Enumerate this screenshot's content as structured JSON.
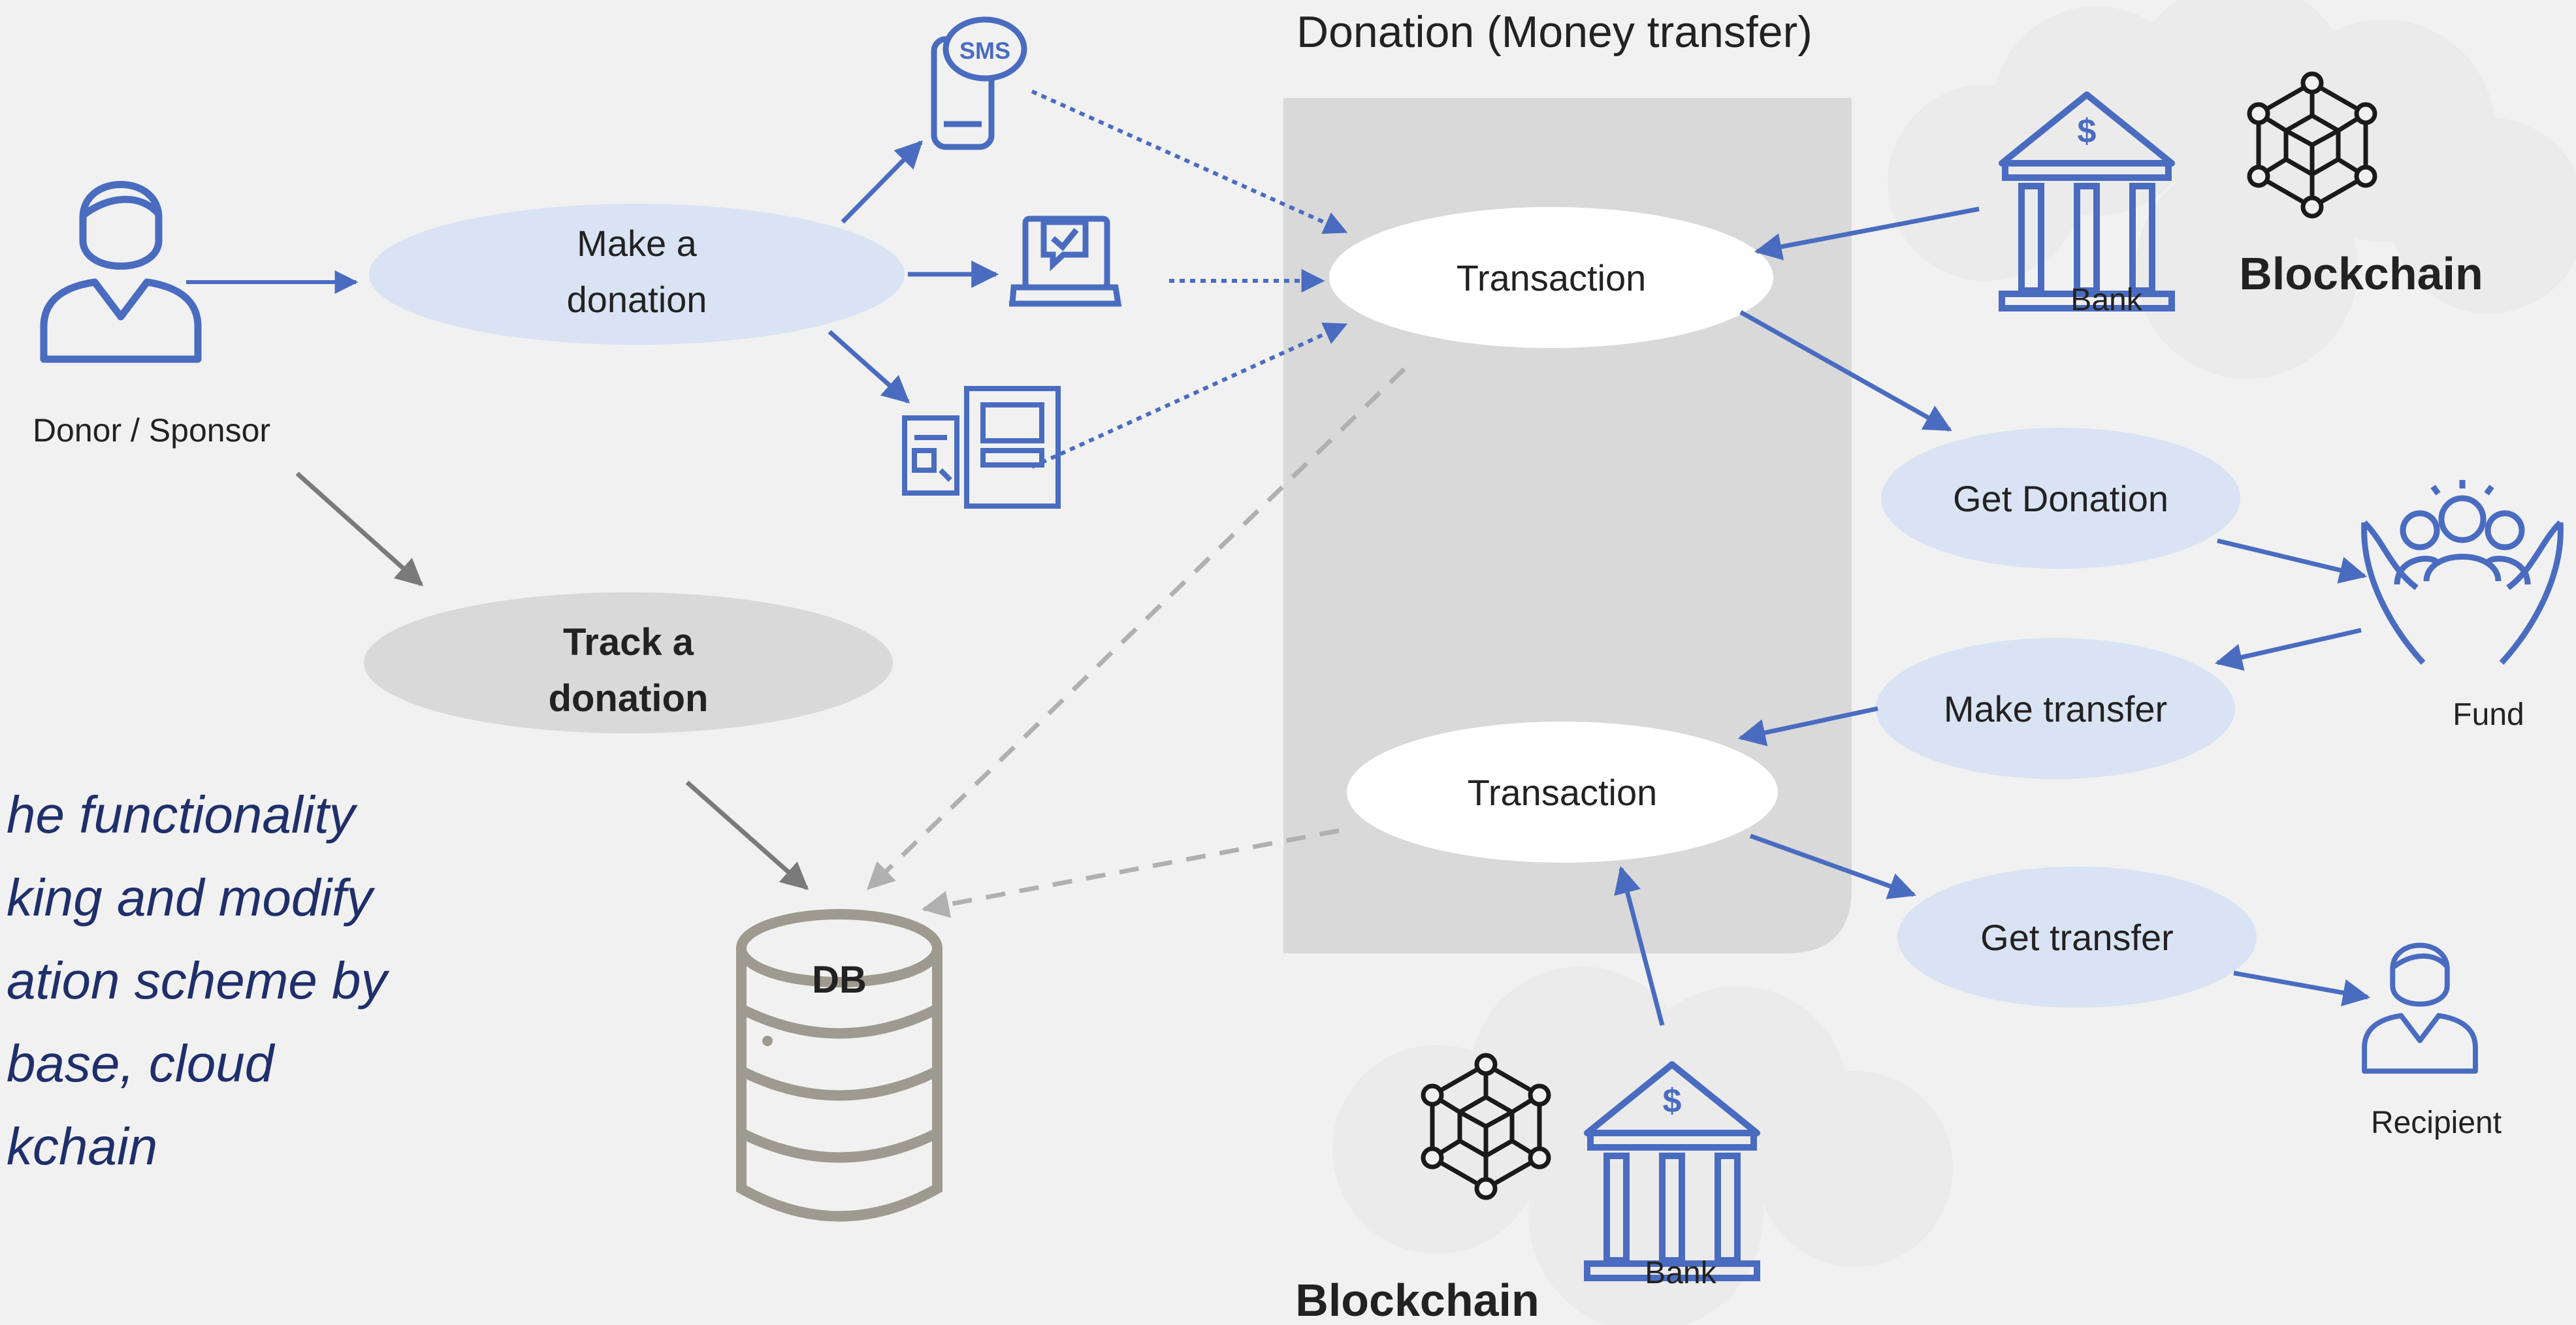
{
  "title": "Donation (Money transfer)",
  "nodes": {
    "donor": "Donor / Sponsor",
    "make_donation": [
      "Make a",
      "donation"
    ],
    "track_donation": [
      "Track a",
      "donation"
    ],
    "db": "DB",
    "transaction_top": "Transaction",
    "transaction_bottom": "Transaction",
    "bank_top": "Bank",
    "blockchain_top": "Blockchain",
    "get_donation": "Get Donation",
    "fund": "Fund",
    "make_transfer": "Make transfer",
    "get_transfer": "Get transfer",
    "recipient": "Recipient",
    "bank_bottom": "Bank",
    "blockchain_bottom": "Blockchain"
  },
  "icons": {
    "sms": "SMS",
    "person": "person-icon",
    "phone": "phone-sms-icon",
    "laptop": "laptop-icon",
    "kiosk": "kiosk-icon",
    "bank": "bank-icon",
    "blockchain": "blockchain-cube-icon",
    "fund": "fund-hands-icon",
    "database": "database-icon"
  },
  "caption": [
    "he functionality",
    "king and modify",
    "ation scheme by",
    "base, cloud",
    "kchain"
  ],
  "colors": {
    "background": "#f1f1f1",
    "primary_blue": "#4a6cc0",
    "ellipse_light": "#d9e3f3",
    "ellipse_gray": "#d9d9d9",
    "panel_gray": "#d9d9d9",
    "caption_text": "#1f2f6b",
    "db_gray": "#9e9a8f"
  }
}
